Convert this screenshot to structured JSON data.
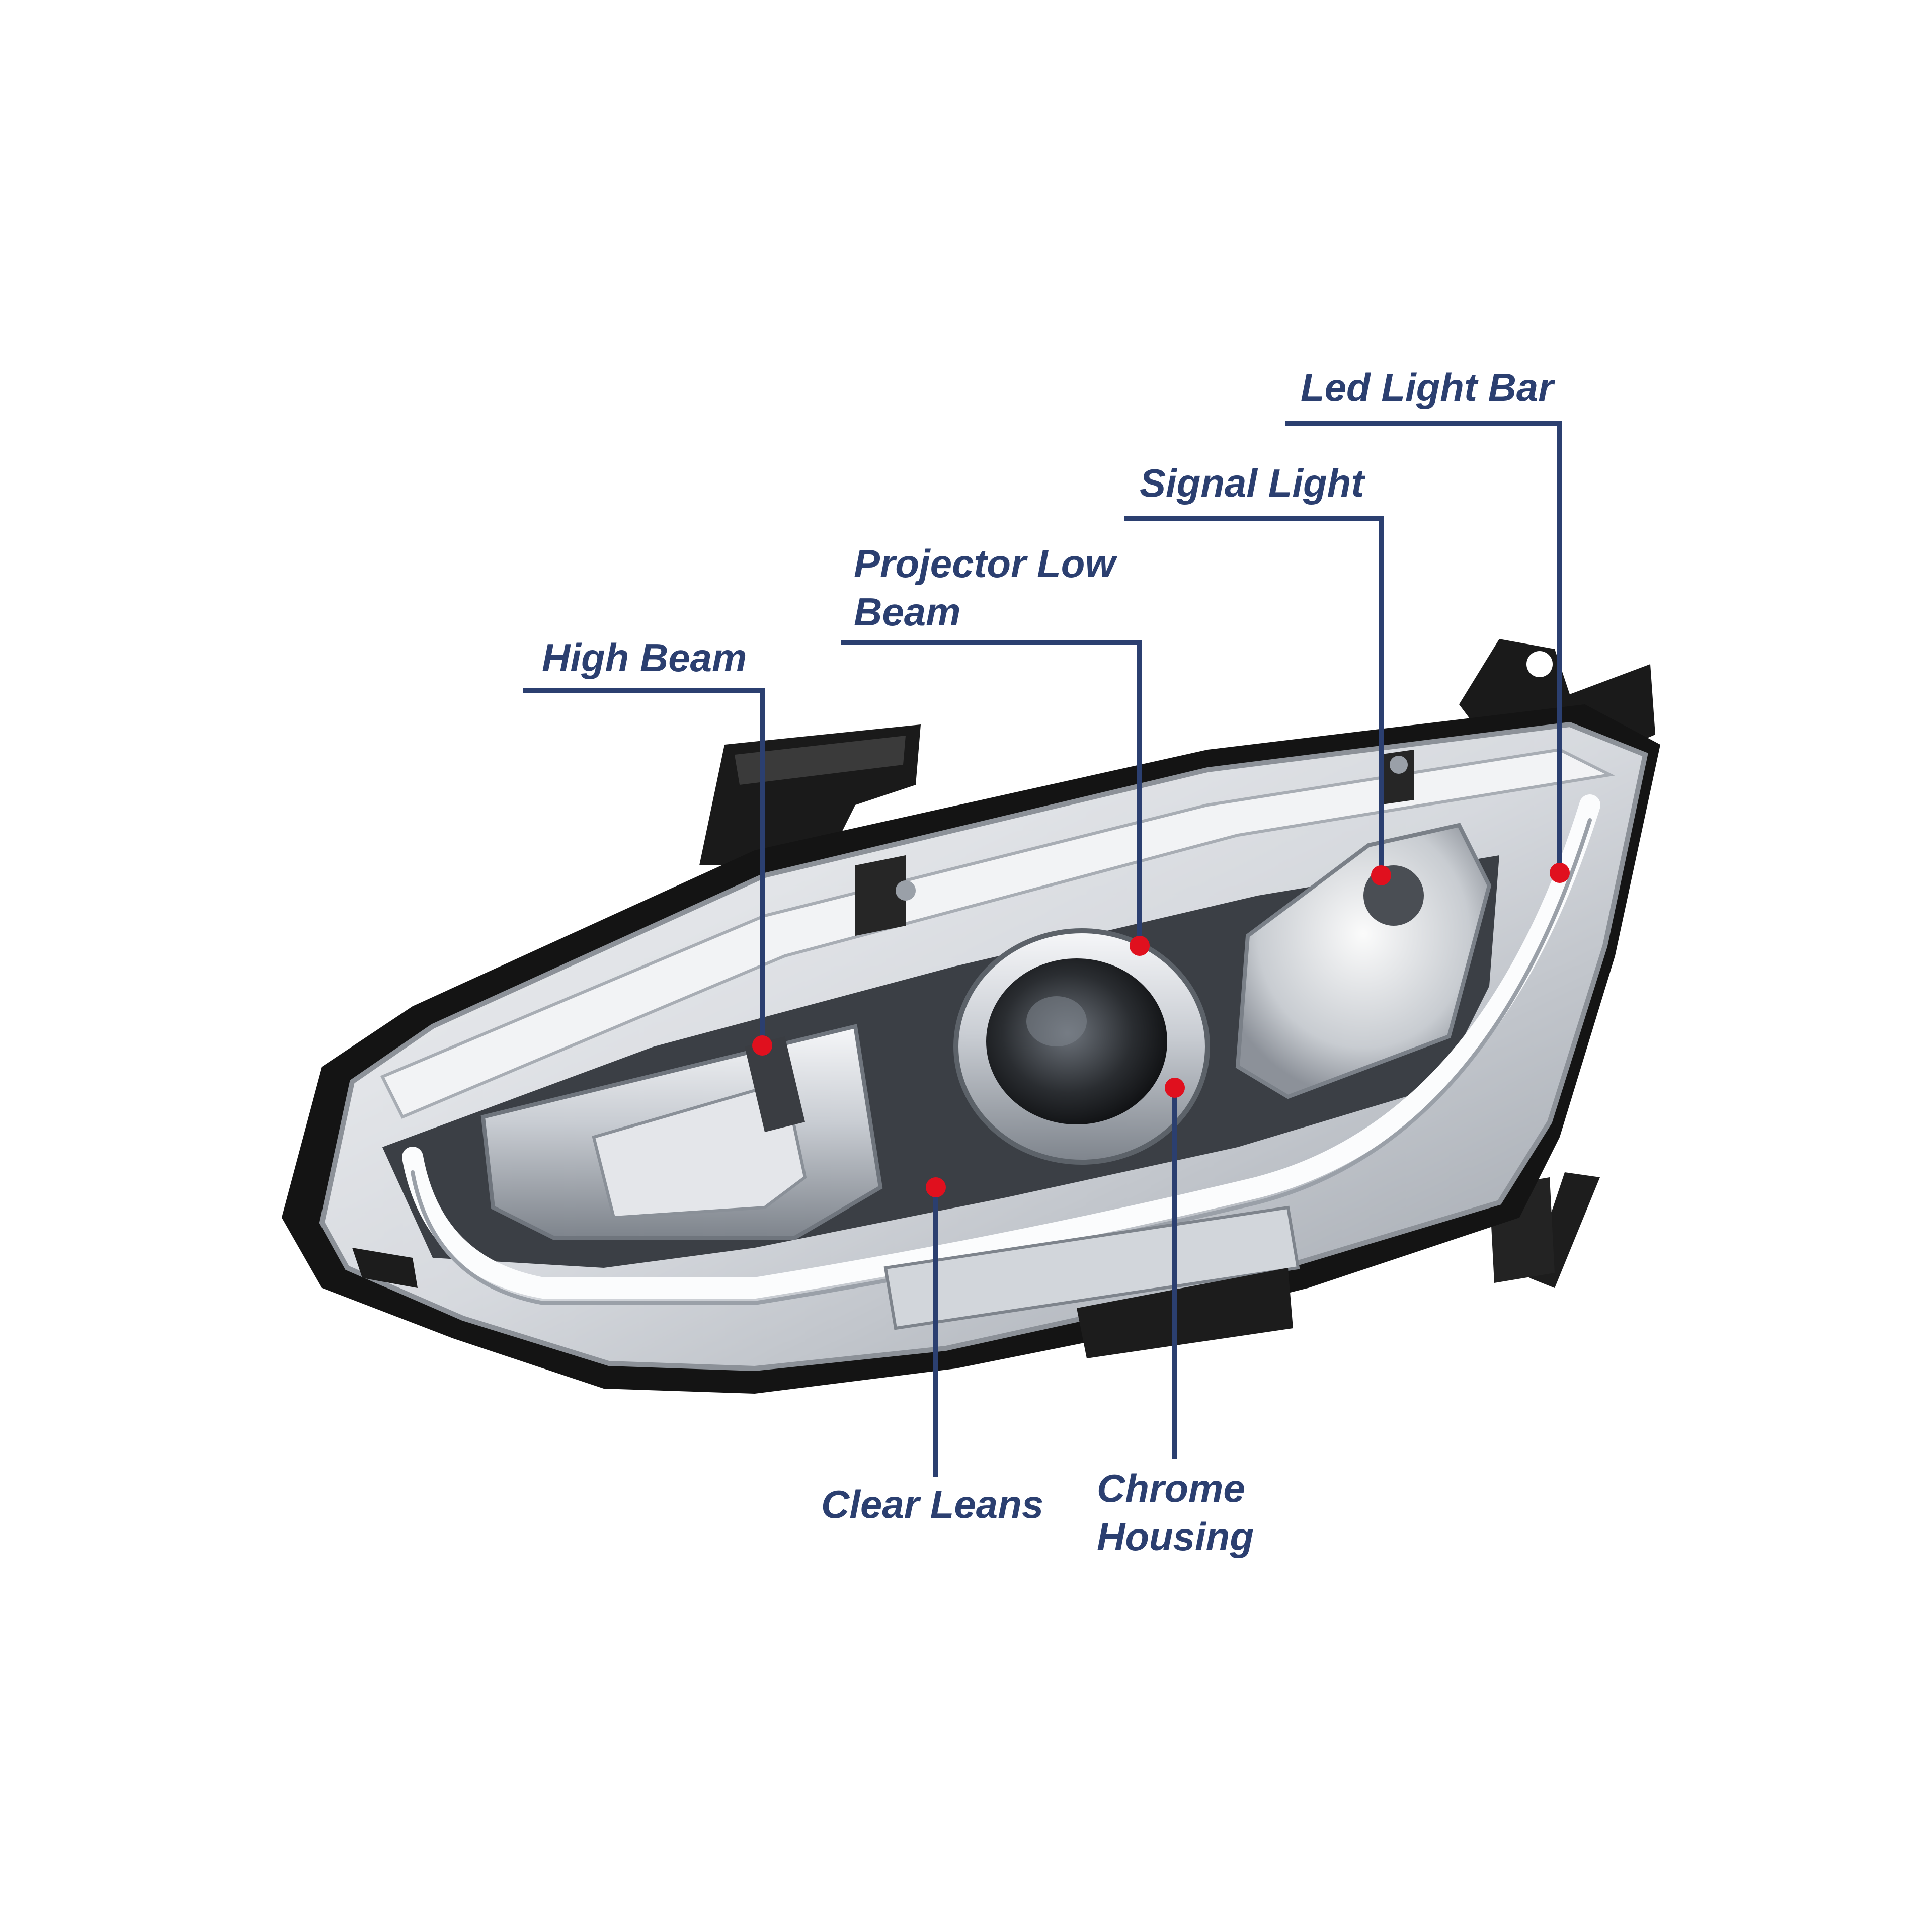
{
  "colors": {
    "label_text": "#2b3f70",
    "leader_line": "#2b3f70",
    "marker_dot": "#e0101e",
    "chrome_light": "#eef0f3",
    "chrome_mid": "#b9bec6",
    "chrome_dark": "#5f656e",
    "housing_black": "#141414"
  },
  "callouts": {
    "led_light_bar": {
      "lines": [
        "Led Light Bar"
      ]
    },
    "signal_light": {
      "lines": [
        "Signal Light"
      ]
    },
    "projector_low_beam": {
      "lines": [
        "Projector Low",
        "Beam"
      ]
    },
    "high_beam": {
      "lines": [
        "High Beam"
      ]
    },
    "clear_lens": {
      "lines": [
        "Clear Leans"
      ]
    },
    "chrome_housing": {
      "lines": [
        "Chrome",
        "Housing"
      ]
    }
  }
}
